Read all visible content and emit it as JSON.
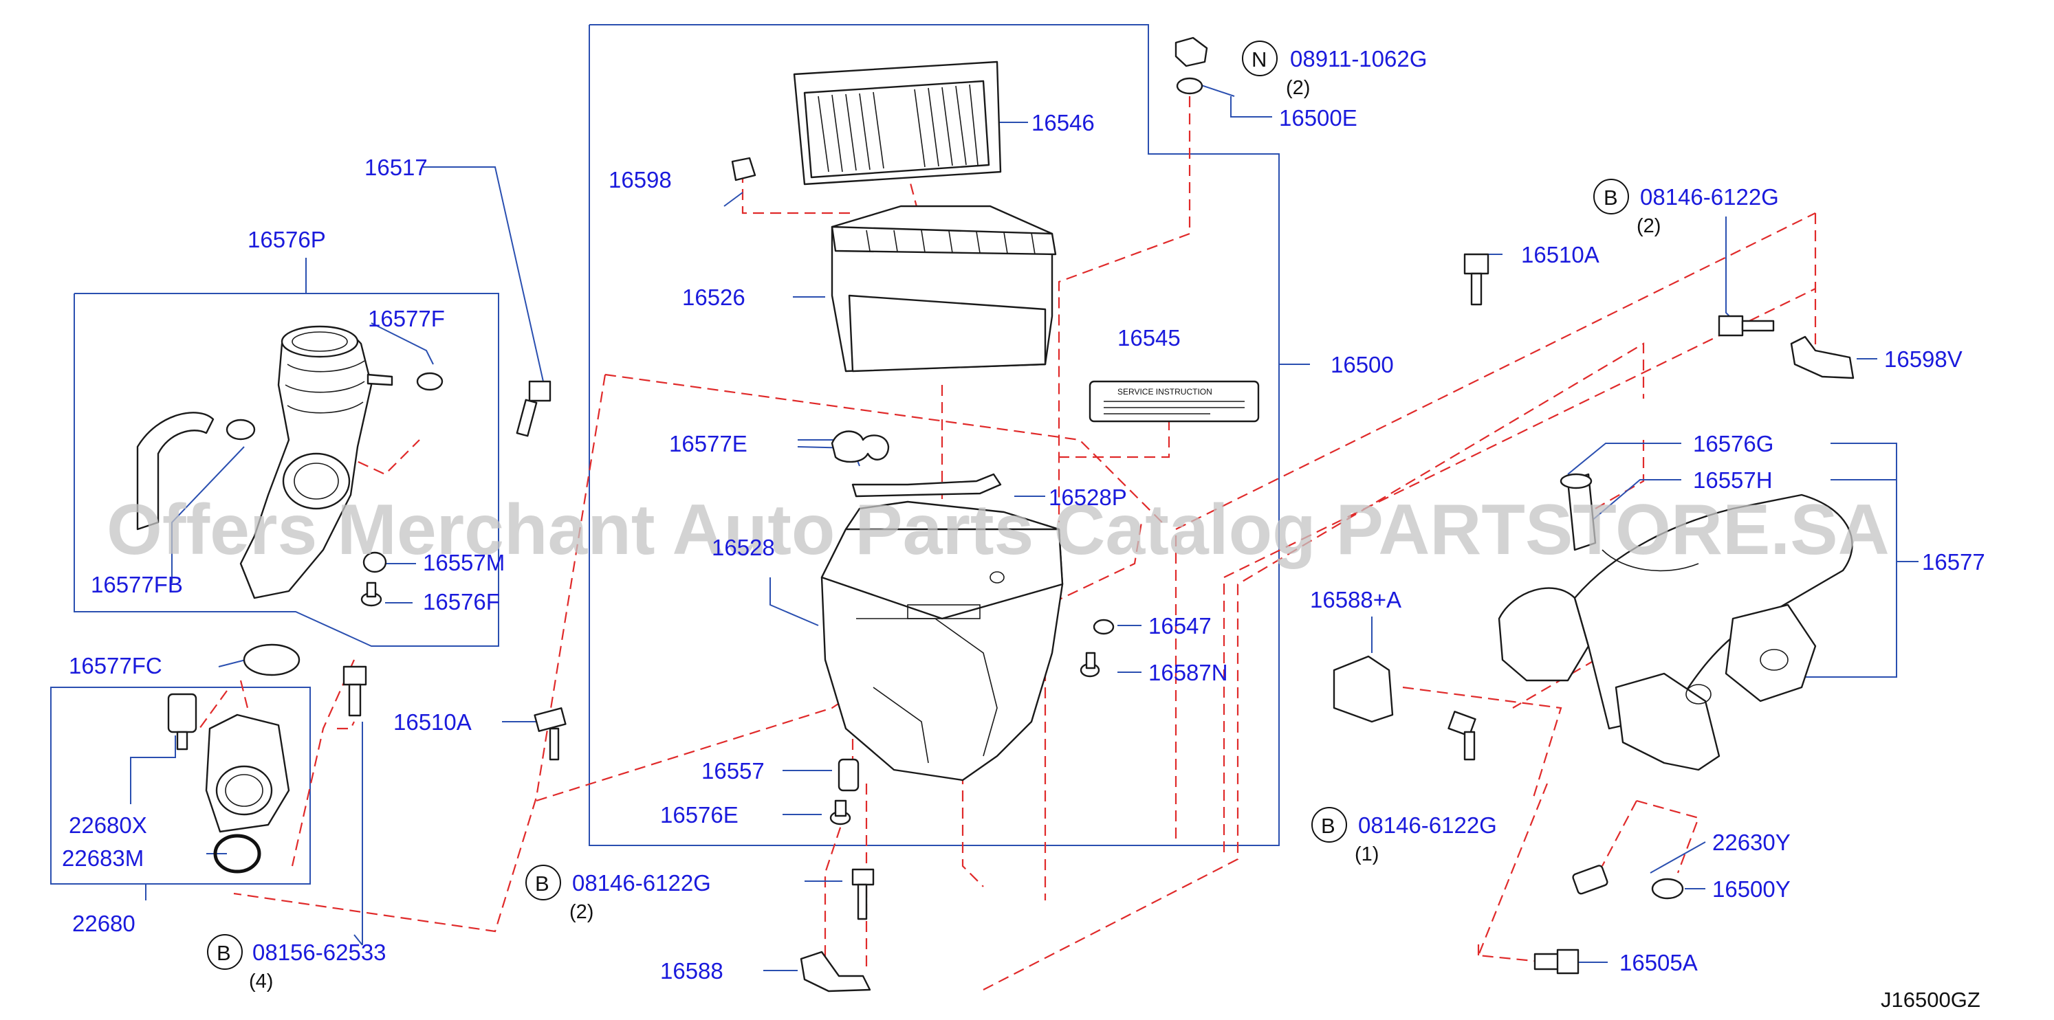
{
  "watermark": "Offers Merchant Auto Parts Catalog PARTSTORE.SA",
  "diagram_code": "J16500GZ",
  "box_labels": {
    "b16500": "16500",
    "b16576P": "16576P",
    "b22680": "22680",
    "b16577": "16577"
  },
  "labels": {
    "p16517": "16517",
    "p16576P_a": "16577F",
    "p16577FB": "16577FB",
    "p16557M": "16557M",
    "p16576F": "16576F",
    "p16577FC": "16577FC",
    "p16510A_l": "16510A",
    "p22680X": "22680X",
    "p22683M": "22683M",
    "p16546": "16546",
    "p16598": "16598",
    "p16526": "16526",
    "p16545": "16545",
    "p16577E": "16577E",
    "p16528P": "16528P",
    "p16528": "16528",
    "p16547": "16547",
    "p16587N": "16587N",
    "p16557": "16557",
    "p16576E": "16576E",
    "p16588": "16588",
    "p16500E": "16500E",
    "p16510A_r": "16510A",
    "p16598V": "16598V",
    "p16576G": "16576G",
    "p16557H": "16557H",
    "p16588A": "16588+A",
    "p22630Y": "22630Y",
    "p16500Y": "16500Y",
    "p16505A": "16505A"
  },
  "fasteners": [
    {
      "key": "n08911",
      "prefix": "N",
      "number": "08911-1062G",
      "qty": "(2)"
    },
    {
      "key": "b08146_top",
      "prefix": "B",
      "number": "08146-6122G",
      "qty": "(2)"
    },
    {
      "key": "b08146_mid",
      "prefix": "B",
      "number": "08146-6122G",
      "qty": "(1)"
    },
    {
      "key": "b08146_bot",
      "prefix": "B",
      "number": "08146-6122G",
      "qty": "(2)"
    },
    {
      "key": "b08156",
      "prefix": "B",
      "number": "08156-62533",
      "qty": "(4)"
    }
  ],
  "label_text": {
    "title": "SERVICE   INSTRUCTION"
  }
}
